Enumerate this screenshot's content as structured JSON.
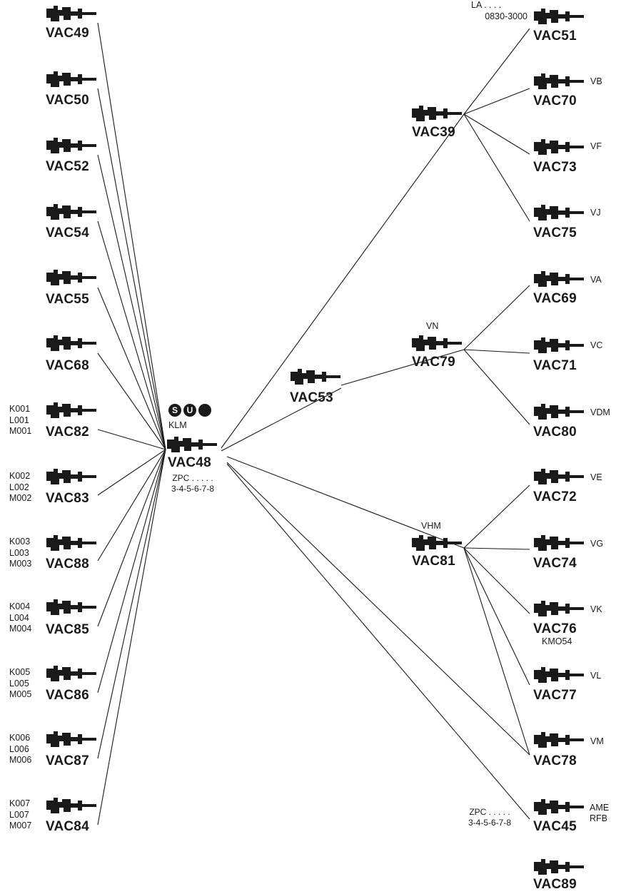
{
  "center_key": {
    "id": "VAC48",
    "brand_icons": [
      "S",
      "U",
      ""
    ],
    "icon_names": [
      "s-circle-icon",
      "u-circle-icon",
      "filled-circle-icon"
    ],
    "brand_label": "KLM",
    "note_line1": "ZPC . . . . .",
    "note_line2": "3-4-5-6-7-8"
  },
  "left_keys": [
    {
      "id": "VAC49",
      "codes": []
    },
    {
      "id": "VAC50",
      "codes": []
    },
    {
      "id": "VAC52",
      "codes": []
    },
    {
      "id": "VAC54",
      "codes": []
    },
    {
      "id": "VAC55",
      "codes": []
    },
    {
      "id": "VAC68",
      "codes": []
    },
    {
      "id": "VAC82",
      "codes": [
        "K001",
        "L001",
        "M001"
      ]
    },
    {
      "id": "VAC83",
      "codes": [
        "K002",
        "L002",
        "M002"
      ]
    },
    {
      "id": "VAC88",
      "codes": [
        "K003",
        "L003",
        "M003"
      ]
    },
    {
      "id": "VAC85",
      "codes": [
        "K004",
        "L004",
        "M004"
      ]
    },
    {
      "id": "VAC86",
      "codes": [
        "K005",
        "L005",
        "M005"
      ]
    },
    {
      "id": "VAC87",
      "codes": [
        "K006",
        "L006",
        "M006"
      ]
    },
    {
      "id": "VAC84",
      "codes": [
        "K007",
        "L007",
        "M007"
      ]
    }
  ],
  "middle_keys": {
    "vac53": {
      "id": "VAC53"
    },
    "vac39": {
      "id": "VAC39",
      "label_above": ""
    },
    "vac79": {
      "id": "VAC79",
      "label_above": "VN"
    },
    "vac81": {
      "id": "VAC81",
      "label_above": "VHM"
    }
  },
  "right_keys": [
    {
      "id": "VAC51",
      "side_label": "",
      "note": [
        "LA . . . .",
        "0830-3000"
      ]
    },
    {
      "id": "VAC70",
      "side_label": "VB"
    },
    {
      "id": "VAC73",
      "side_label": "VF"
    },
    {
      "id": "VAC75",
      "side_label": "VJ"
    },
    {
      "id": "VAC69",
      "side_label": "VA"
    },
    {
      "id": "VAC71",
      "side_label": "VC"
    },
    {
      "id": "VAC80",
      "side_label": "VDM"
    },
    {
      "id": "VAC72",
      "side_label": "VE"
    },
    {
      "id": "VAC74",
      "side_label": "VG"
    },
    {
      "id": "VAC76",
      "side_label": "VK",
      "sub_label": "KMO54"
    },
    {
      "id": "VAC77",
      "side_label": "VL"
    },
    {
      "id": "VAC78",
      "side_label": "VM"
    },
    {
      "id": "VAC45",
      "side_label": "AME",
      "side_label2": "RFB",
      "note": [
        "ZPC . . . . .",
        "3-4-5-6-7-8"
      ]
    },
    {
      "id": "VAC89",
      "side_label": ""
    }
  ],
  "connections": [
    [
      "VAC48",
      "VAC49"
    ],
    [
      "VAC48",
      "VAC50"
    ],
    [
      "VAC48",
      "VAC52"
    ],
    [
      "VAC48",
      "VAC54"
    ],
    [
      "VAC48",
      "VAC55"
    ],
    [
      "VAC48",
      "VAC68"
    ],
    [
      "VAC48",
      "VAC82"
    ],
    [
      "VAC48",
      "VAC83"
    ],
    [
      "VAC48",
      "VAC88"
    ],
    [
      "VAC48",
      "VAC85"
    ],
    [
      "VAC48",
      "VAC86"
    ],
    [
      "VAC48",
      "VAC87"
    ],
    [
      "VAC48",
      "VAC84"
    ],
    [
      "VAC48",
      "VAC39"
    ],
    [
      "VAC48",
      "VAC53"
    ],
    [
      "VAC48",
      "VAC81"
    ],
    [
      "VAC48",
      "VAC78"
    ],
    [
      "VAC48",
      "VAC45"
    ],
    [
      "VAC53",
      "VAC79"
    ],
    [
      "VAC39",
      "VAC51"
    ],
    [
      "VAC39",
      "VAC70"
    ],
    [
      "VAC39",
      "VAC73"
    ],
    [
      "VAC39",
      "VAC75"
    ],
    [
      "VAC79",
      "VAC69"
    ],
    [
      "VAC79",
      "VAC71"
    ],
    [
      "VAC79",
      "VAC80"
    ],
    [
      "VAC81",
      "VAC72"
    ],
    [
      "VAC81",
      "VAC74"
    ],
    [
      "VAC81",
      "VAC76"
    ],
    [
      "VAC81",
      "VAC77"
    ],
    [
      "VAC81",
      "VAC78"
    ]
  ]
}
